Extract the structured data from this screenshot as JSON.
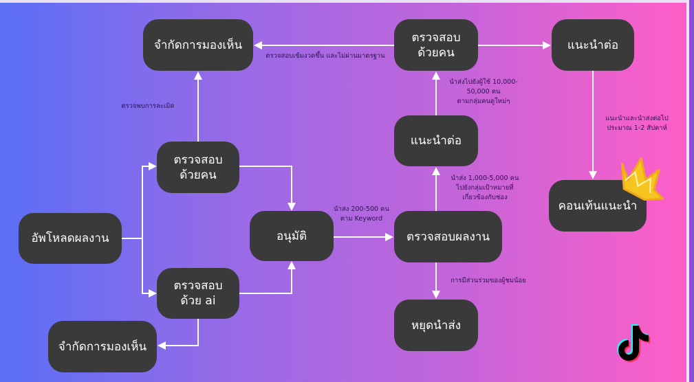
{
  "nodes": {
    "limit_top": "จำกัดการมองเห็น",
    "human_review_top": "ตรวจสอบ\nด้วยคน",
    "recommend_top": "แนะนำต่อ",
    "recommend_mid": "แนะนำต่อ",
    "human_review_left": "ตรวจสอบ\nด้วยคน",
    "upload": "อัพโหลดผลงาน",
    "approve": "อนุมัติ",
    "review_work": "ตรวจสอบผลงาน",
    "featured": "คอนเท้นแนะนำ",
    "ai_review": "ตรวจสอบ\nด้วย ai",
    "limit_bottom": "จำกัดการมองเห็น",
    "stop": "หยุดนำส่ง"
  },
  "labels": {
    "violation": "ตรวจพบการละเมิด",
    "stricter": "ตรวจสอบเข้มงวดขึ้น  และไม่ผ่านมาตรฐาน",
    "send_10000": "นำส่งไปยังผู้ใช้ 10,000-\n50,000 คน\nตามกลุ่มคนดูใหม่ๆ",
    "send_1000": "นำส่ง 1,000-5,000 คน\nไปยังกลุ่มเป้าหมายที่\nเกี่ยวข้องกับช่อง",
    "send_200": "นำส่ง 200-500 คน\nตาม Keyword",
    "low_engagement": "การมีส่วนร่วมของผู้ชมน้อย",
    "recommend_weeks": "แนะนำและนำส่งต่อไป\nประมาณ 1-2 สัปดาห์"
  },
  "icons": {
    "crown": "crown-icon",
    "logo": "tiktok-logo-icon"
  }
}
